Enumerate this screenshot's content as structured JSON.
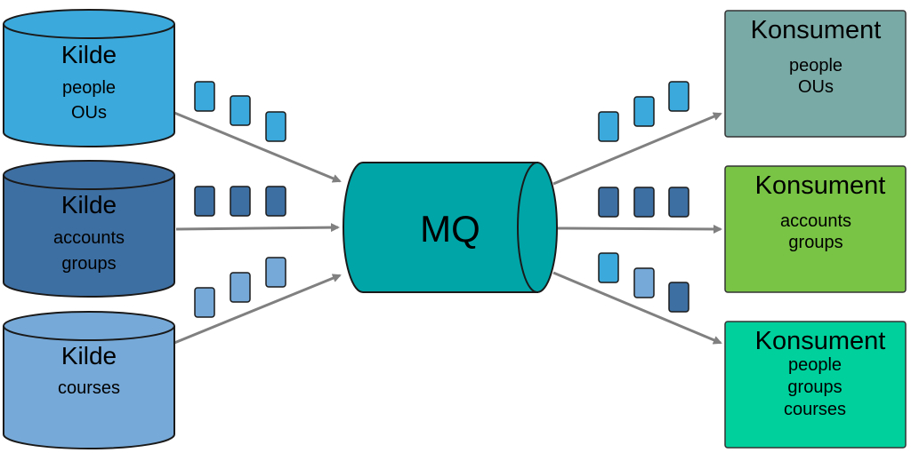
{
  "colors": {
    "source1": "#3ba9dc",
    "source2": "#3e6fa3",
    "source3": "#76a9d8",
    "mq": "#00a5a8",
    "consumer1": "#7aaaa6",
    "consumer2": "#79c445",
    "consumer3": "#00d09c",
    "arrow": "#808080",
    "stroke": "#1a1a1a"
  },
  "sources": [
    {
      "title": "Kilde",
      "lines": [
        "people",
        "OUs"
      ]
    },
    {
      "title": "Kilde",
      "lines": [
        "accounts",
        "groups"
      ]
    },
    {
      "title": "Kilde",
      "lines": [
        "courses"
      ]
    }
  ],
  "queue": {
    "label": "MQ"
  },
  "consumers": [
    {
      "title": "Konsument",
      "lines": [
        "people",
        "OUs"
      ]
    },
    {
      "title": "Konsument",
      "lines": [
        "accounts",
        "groups"
      ]
    },
    {
      "title": "Konsument",
      "lines": [
        "people",
        "groups",
        "courses"
      ]
    }
  ]
}
